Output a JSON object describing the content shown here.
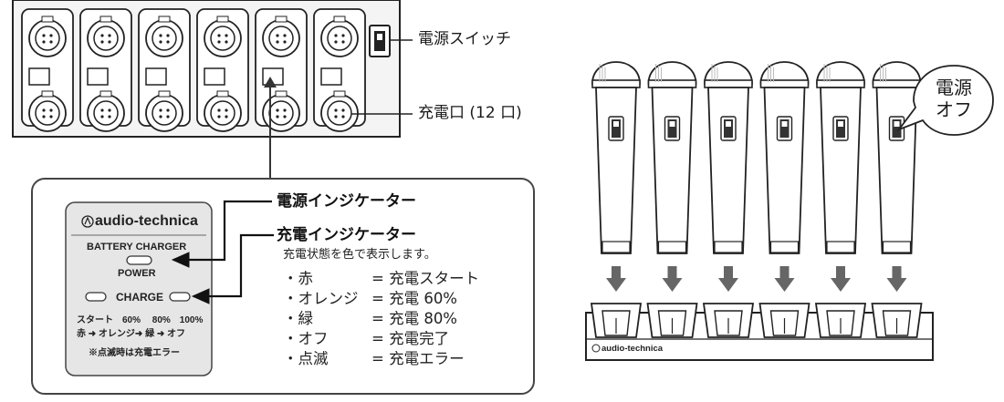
{
  "charger_top": {
    "power_switch_label": "電源スイッチ",
    "charge_port_label": "充電口 (12 口)"
  },
  "indicator_panel": {
    "brand": "audio-technica",
    "title": "BATTERY CHARGER",
    "power_label": "POWER",
    "charge_label": "CHARGE",
    "percent_row": "スタート　60%　 80%　100%",
    "color_row": "赤 ➜ オレンジ➜ 緑 ➜ オフ",
    "note": "※点滅時は充電エラー"
  },
  "indicators": {
    "power_indicator_label": "電源インジケーター",
    "charge_indicator_label": "充電インジケーター",
    "charge_indicator_desc": "充電状態を色で表示します。",
    "legend": [
      {
        "color": "・赤",
        "state": "=  充電スタート"
      },
      {
        "color": "・オレンジ",
        "state": "=  充電 60%"
      },
      {
        "color": "・緑",
        "state": "=  充電 80%"
      },
      {
        "color": "・オフ",
        "state": "=  充電完了"
      },
      {
        "color": "・点滅",
        "state": "=  充電エラー"
      }
    ]
  },
  "mic_illustration": {
    "power_off_bubble": "電源\nオフ",
    "base_brand": "audio-technica",
    "mic_count": 6
  }
}
